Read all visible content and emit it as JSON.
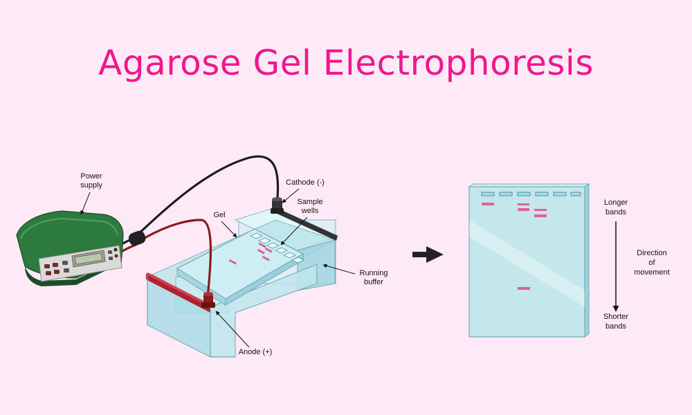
{
  "title": "Agarose Gel Electrophoresis",
  "labels": {
    "power_supply_line1": "Power",
    "power_supply_line2": "supply",
    "cathode": "Cathode (-)",
    "gel": "Gel",
    "sample_wells_line1": "Sample",
    "sample_wells_line2": "wells",
    "running_buffer_line1": "Running",
    "running_buffer_line2": "buffer",
    "anode": "Anode (+)",
    "longer_bands_line1": "Longer",
    "longer_bands_line2": "bands",
    "direction_line1": "Direction",
    "direction_line2": "of",
    "direction_line3": "movement",
    "shorter_bands_line1": "Shorter",
    "shorter_bands_line2": "bands"
  },
  "colors": {
    "background": "#fdeaf6",
    "title": "#f0168c",
    "band": "#e0609f",
    "gel": "#bfe6ec",
    "cathode_wire": "#222222",
    "anode_wire": "#8b1a1a",
    "power_supply": "#2d7a3f"
  }
}
